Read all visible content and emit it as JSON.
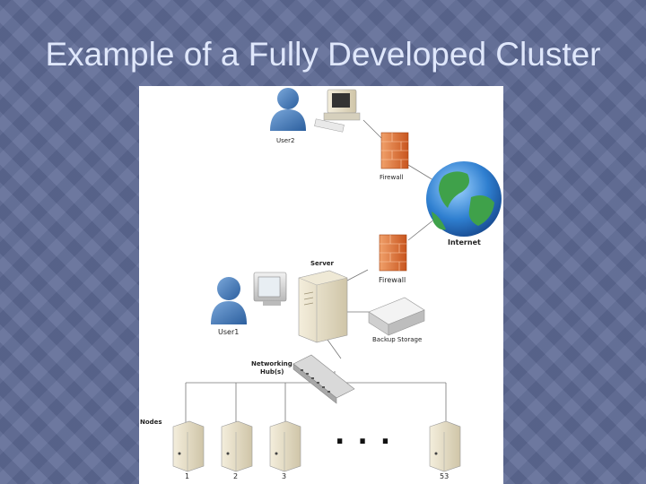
{
  "slide": {
    "title": "Example of a Fully Developed Cluster"
  },
  "diagram": {
    "user2": "User2",
    "user1": "User1",
    "firewall_top": "Firewall",
    "firewall_bottom": "Firewall",
    "internet": "Internet",
    "server": "Server",
    "backup_storage": "Backup Storage",
    "hub_line1": "Networking",
    "hub_line2": "Hub(s)",
    "nodes": "Nodes",
    "ellipsis": "...",
    "node_numbers": [
      "1",
      "2",
      "3",
      "53"
    ]
  }
}
